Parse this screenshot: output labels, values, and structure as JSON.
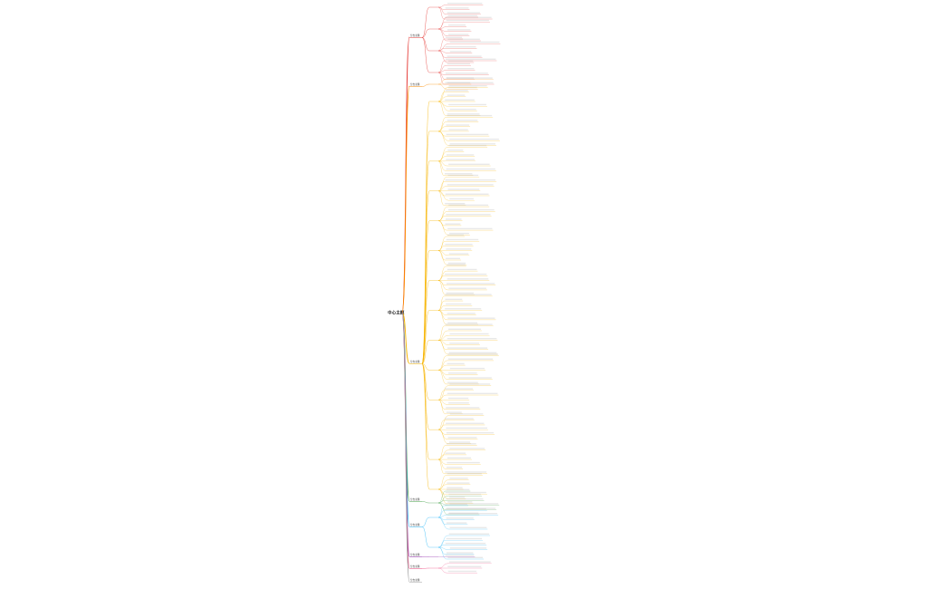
{
  "root": {
    "label": "中心主题"
  },
  "palette": {
    "red": "#e53935",
    "orange": "#fb8c00",
    "yellow": "#f6b400",
    "green": "#43a047",
    "cyan": "#29b6f6",
    "purple": "#8e24aa",
    "indigo": "#3949ab",
    "pink": "#ec407a",
    "grey": "#9e9e9e"
  },
  "branches": [
    {
      "label": "分支主题",
      "color": "red",
      "side": "up",
      "children": 24
    },
    {
      "label": "分支主题",
      "color": "orange",
      "side": "up",
      "children": 3
    },
    {
      "label": "分支主题",
      "color": "yellow",
      "side": "down",
      "children": 86
    },
    {
      "label": "分支主题",
      "color": "green",
      "side": "down",
      "children": 6
    },
    {
      "label": "分支主题",
      "color": "cyan",
      "side": "down",
      "children": 12
    },
    {
      "label": "分支主题",
      "color": "purple",
      "side": "down",
      "children": 1
    },
    {
      "label": "分支主题",
      "color": "pink",
      "side": "down",
      "children": 3
    },
    {
      "label": "分支主题",
      "color": "grey",
      "side": "down",
      "children": 0
    }
  ]
}
